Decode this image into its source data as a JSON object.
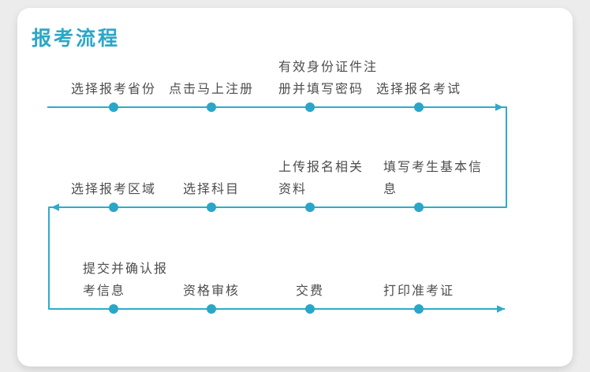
{
  "card": {
    "title": "报考流程"
  },
  "colors": {
    "accent": "#2ba7c7",
    "flow_line": "#2fabca",
    "step_dot": "#29a6c8",
    "label_text": "#4d4d4d",
    "card_background": "#ffffff",
    "page_background": "#ececec"
  },
  "flow": {
    "rows": [
      {
        "direction": "left-to-right",
        "steps": [
          {
            "label": "选择报考省份"
          },
          {
            "label": "点击马上注册"
          },
          {
            "label": "有效身份证件注\n册并填写密码"
          },
          {
            "label": "选择报名考试"
          }
        ]
      },
      {
        "direction": "right-to-left",
        "steps": [
          {
            "label": "选择报考区域"
          },
          {
            "label": "选择科目"
          },
          {
            "label": "上传报名相关\n资料"
          },
          {
            "label": "填写考生基本信\n息"
          }
        ]
      },
      {
        "direction": "left-to-right",
        "steps": [
          {
            "label": "提交并确认报\n考信息"
          },
          {
            "label": "资格审核"
          },
          {
            "label": "交费"
          },
          {
            "label": "打印准考证"
          }
        ]
      }
    ]
  }
}
